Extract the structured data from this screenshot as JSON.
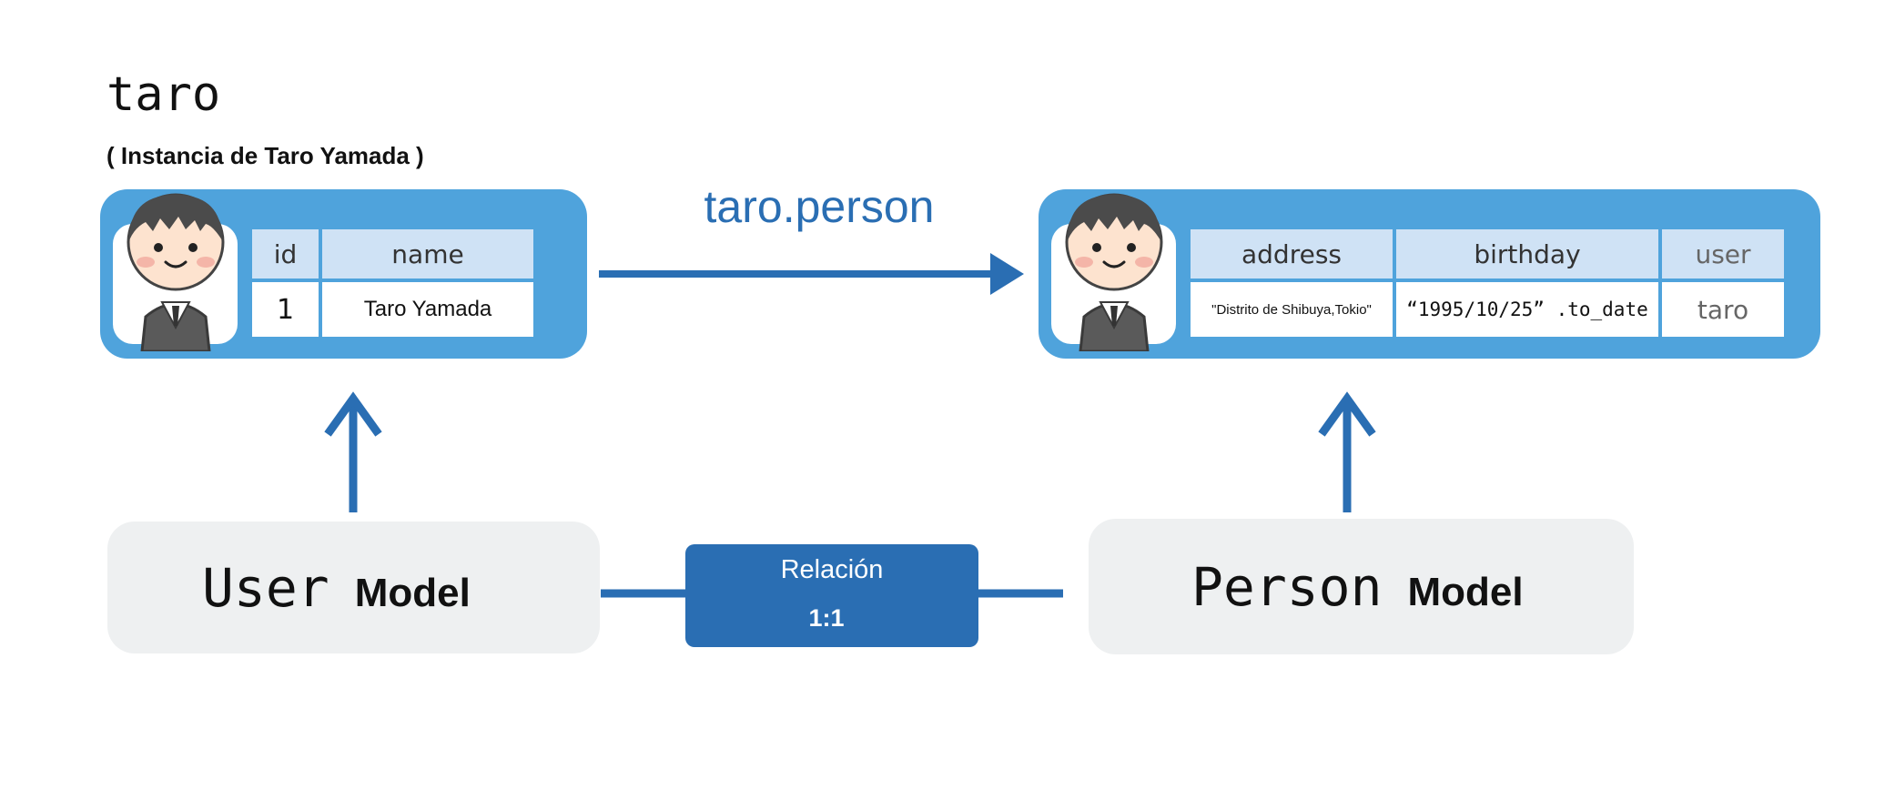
{
  "instance": {
    "name": "taro",
    "subtitle": "( Instancia de Taro Yamada )"
  },
  "association_label": "taro.person",
  "user_record": {
    "headers": [
      "id",
      "name"
    ],
    "values": [
      "1",
      "Taro Yamada"
    ]
  },
  "person_record": {
    "headers": [
      "address",
      "birthday",
      "user"
    ],
    "values": [
      "\"Distrito de Shibuya,Tokio\"",
      "“1995/10/25” .to_date",
      "taro"
    ]
  },
  "user_model": {
    "name": "User",
    "suffix": "Model"
  },
  "person_model": {
    "name": "Person",
    "suffix": "Model"
  },
  "relation": {
    "title": "Relación",
    "cardinality": "1:1"
  },
  "colors": {
    "record_bg": "#4fa3dc",
    "header_bg": "#cfe2f5",
    "arrow": "#2a6eb3",
    "model_bg": "#eef0f1",
    "relation_bg": "#2a6eb3"
  },
  "icons": {
    "avatar": "businessman-avatar-icon",
    "association_arrow": "right-arrow-icon",
    "instantiation_arrow": "up-arrow-icon"
  }
}
